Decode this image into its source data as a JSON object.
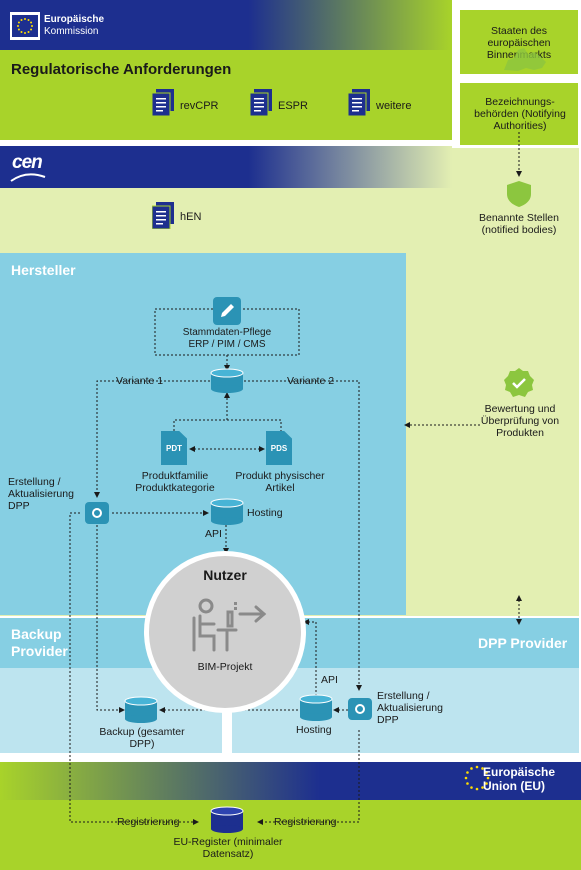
{
  "ec": {
    "name_line1": "Europäische",
    "name_line2": "Kommission"
  },
  "regulatory": {
    "title": "Regulatorische Anforderungen",
    "docs": [
      "revCPR",
      "ESPR",
      "weitere"
    ]
  },
  "cen": {
    "logo_text": "cen",
    "doc": "hEN"
  },
  "right_column": {
    "member_states": "Staaten des europäischen Binnenmarkts",
    "notifying_authorities": "Bezeichnungs-behörden (Notifying Authorities)",
    "notified_bodies": "Benannte Stellen (notified bodies)",
    "assessment": "Bewertung und Überprüfung von Produkten"
  },
  "manufacturer": {
    "title": "Hersteller",
    "master_data": "Stammdaten-Pflege ERP / PIM / CMS",
    "variant1": "Variante 1",
    "variant2": "Variante 2",
    "pdt_icon": "PDT",
    "pds_icon": "PDS",
    "pdt_label": "Produktfamilie Produktkategorie",
    "pds_label": "Produkt physischer Artikel",
    "create_dpp": "Erstellung / Aktualisierung DPP",
    "hosting": "Hosting",
    "api": "API"
  },
  "user": {
    "title": "Nutzer",
    "project": "BIM-Projekt"
  },
  "backup_provider": {
    "title": "Backup Provider",
    "backup": "Backup (gesamter DPP)"
  },
  "dpp_provider": {
    "title": "DPP Provider",
    "api": "API",
    "hosting": "Hosting",
    "create_dpp": "Erstellung / Aktualisierung DPP"
  },
  "eu": {
    "title": "Europäische Union (EU)",
    "registration_left": "Registrierung",
    "registration_right": "Registrierung",
    "register": "EU-Register (minimaler Datensatz)"
  },
  "colors": {
    "lime": "#a8d32a",
    "lime_light": "#e3efb2",
    "navy": "#1d2f8f",
    "teal": "#86cfe3",
    "teal_light": "#bde4ef",
    "teal_dark": "#2b93b5",
    "grey_circle": "#d0d0d0",
    "green_icon": "#8cc63f"
  }
}
